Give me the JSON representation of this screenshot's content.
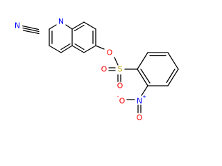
{
  "molecule": {
    "atoms": {
      "nitrile_n": "N",
      "ring_n": "N",
      "ester_o": "O",
      "sulfur": "S",
      "sulfonyl_o_left": "O",
      "sulfonyl_o_bottom": "O",
      "nitro_n": "N",
      "nitro_n_charge": "+",
      "nitro_o_left": "O",
      "nitro_o_left_charge": "-",
      "nitro_o_bottom": "O"
    },
    "colors": {
      "bond": "#000000",
      "nitrogen": "#0000ff",
      "oxygen": "#ff0000",
      "sulfur": "#b8a000"
    }
  }
}
